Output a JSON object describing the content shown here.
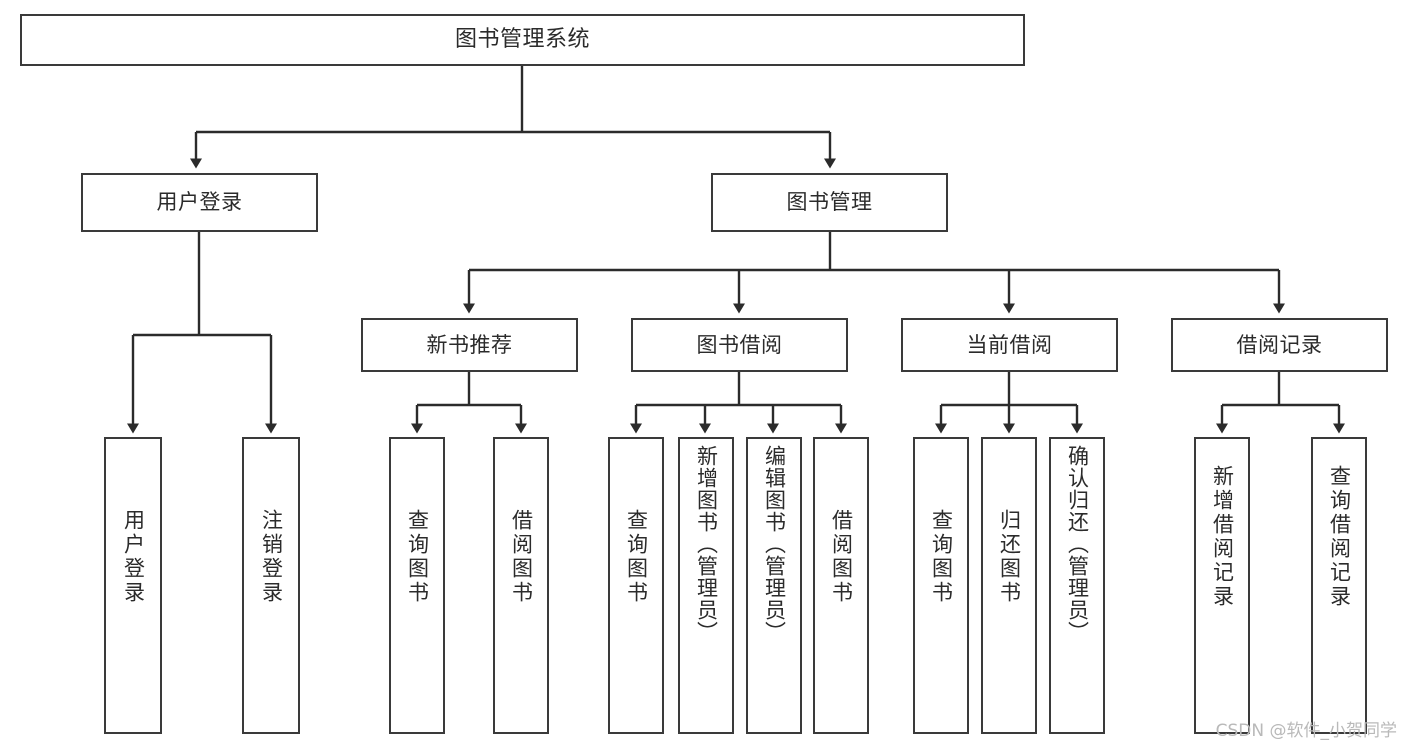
{
  "diagram": {
    "title": "图书管理系统",
    "type": "tree-hierarchy-chart",
    "style": {
      "box_border_color": "#3a3a3a",
      "box_fill": "#ffffff",
      "edge_color": "#2b2b2b",
      "text_color": "#2b2b2b",
      "background": "#ffffff",
      "watermark_color": "#b9b9b9"
    },
    "root": {
      "id": "root",
      "label": "图书管理系统"
    },
    "level2": [
      {
        "id": "user-login",
        "label": "用户登录"
      },
      {
        "id": "book-management",
        "label": "图书管理"
      }
    ],
    "level3": [
      {
        "id": "new-book-recommend",
        "label": "新书推荐",
        "parent": "book-management"
      },
      {
        "id": "book-borrow",
        "label": "图书借阅",
        "parent": "book-management"
      },
      {
        "id": "current-borrow",
        "label": "当前借阅",
        "parent": "book-management"
      },
      {
        "id": "borrow-record",
        "label": "借阅记录",
        "parent": "book-management"
      }
    ],
    "leaves": [
      {
        "id": "leaf-user-login",
        "label": "用户登录",
        "parent": "user-login"
      },
      {
        "id": "leaf-logout-login",
        "label": "注销登录",
        "parent": "user-login"
      },
      {
        "id": "leaf-query-book-1",
        "label": "查询图书",
        "parent": "new-book-recommend"
      },
      {
        "id": "leaf-borrow-book-1",
        "label": "借阅图书",
        "parent": "new-book-recommend"
      },
      {
        "id": "leaf-query-book-2",
        "label": "查询图书",
        "parent": "book-borrow"
      },
      {
        "id": "leaf-add-book-admin",
        "label": "新增图书（管理员）",
        "parent": "book-borrow"
      },
      {
        "id": "leaf-edit-book-admin",
        "label": "编辑图书（管理员）",
        "parent": "book-borrow"
      },
      {
        "id": "leaf-borrow-book-2",
        "label": "借阅图书",
        "parent": "book-borrow"
      },
      {
        "id": "leaf-query-book-3",
        "label": "查询图书",
        "parent": "current-borrow"
      },
      {
        "id": "leaf-return-book",
        "label": "归还图书",
        "parent": "current-borrow"
      },
      {
        "id": "leaf-confirm-return-admin",
        "label": "确认归还（管理员）",
        "parent": "current-borrow"
      },
      {
        "id": "leaf-add-borrow-record",
        "label": "新增借阅记录",
        "parent": "borrow-record"
      },
      {
        "id": "leaf-query-borrow-record",
        "label": "查询借阅记录",
        "parent": "borrow-record"
      }
    ],
    "watermark": "CSDN @软件_小贺同学"
  }
}
